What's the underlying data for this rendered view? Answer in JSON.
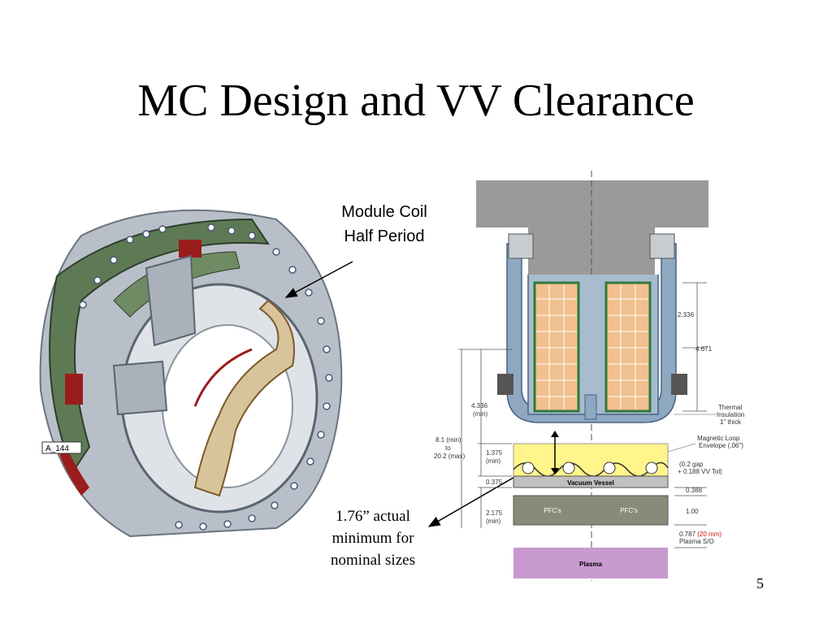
{
  "slide": {
    "title": "MC Design and VV Clearance",
    "coil_label_line1": "Module Coil",
    "coil_label_line2": "Half Period",
    "clearance_line1": "1.76”  actual",
    "clearance_line2": "minimum for",
    "clearance_line3": "nominal sizes",
    "page_number": "5"
  },
  "model_tag": "A_144",
  "cross_section": {
    "dim_2336": "2.336",
    "dim_4671": "4.671",
    "dim_4336": "4.336",
    "dim_4336_sub": "(min)",
    "dim_81_a": "8.1 (min)",
    "dim_81_b": "to",
    "dim_81_c": "20.2 (max)",
    "dim_1375": "1.375",
    "dim_1375_sub": "(min)",
    "dim_0375": "0.375",
    "dim_2175": "2.175",
    "dim_2175_sub": "(min)",
    "dim_0388": "0.388",
    "dim_100": "1.00",
    "dim_0787": "0.787",
    "dim_0787_red": "(20 mm)",
    "plasma_so": "Plasma S/O",
    "thermal_1": "Thermal",
    "thermal_2": "Insulation",
    "thermal_3": "1\" thick",
    "mag_1": "Magnetic Loop",
    "mag_2": "Envelope (.06\")",
    "gap_1": "(0.2 gap",
    "gap_2": "+ 0.188 VV Tol)",
    "vacuum_vessel": "Vacuum Vessel",
    "pfc_left": "PFC's",
    "pfc_right": "PFC's",
    "plasma": "Plasma"
  }
}
